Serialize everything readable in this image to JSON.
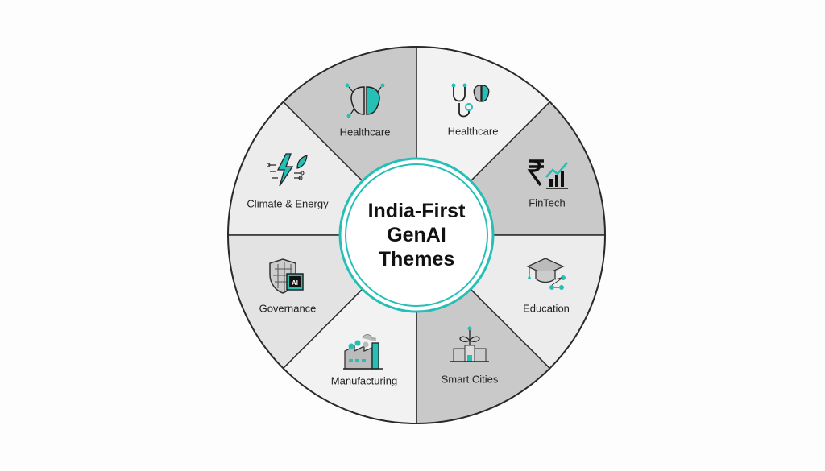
{
  "center": {
    "line1": "India-First",
    "line2": "GenAI",
    "line3": "Themes"
  },
  "colors": {
    "teal": "#26bfb5",
    "dark_segment": "#c9c9c9",
    "light_segment": "#ececec",
    "lighter_segment": "#f2f2f2",
    "mid_segment": "#e3e3e3",
    "outline": "#2a2a2a"
  },
  "segments": [
    {
      "label": "FinTech",
      "icon": "rupee-chart-icon",
      "shade": "dark_segment"
    },
    {
      "label": "Healthcare",
      "icon": "stethoscope-brain-icon",
      "shade": "lighter_segment"
    },
    {
      "label": "Healthcare",
      "icon": "brain-circuit-icon",
      "shade": "dark_segment"
    },
    {
      "label": "Climate & Energy",
      "icon": "lightning-leaf-icon",
      "shade": "light_segment"
    },
    {
      "label": "Governance",
      "icon": "shield-ai-chip-icon",
      "shade": "mid_segment"
    },
    {
      "label": "Manufacturing",
      "icon": "factory-icon",
      "shade": "lighter_segment"
    },
    {
      "label": "Smart Cities",
      "icon": "city-plant-icon",
      "shade": "dark_segment"
    },
    {
      "label": "Education",
      "icon": "graduation-cap-icon",
      "shade": "light_segment"
    }
  ]
}
